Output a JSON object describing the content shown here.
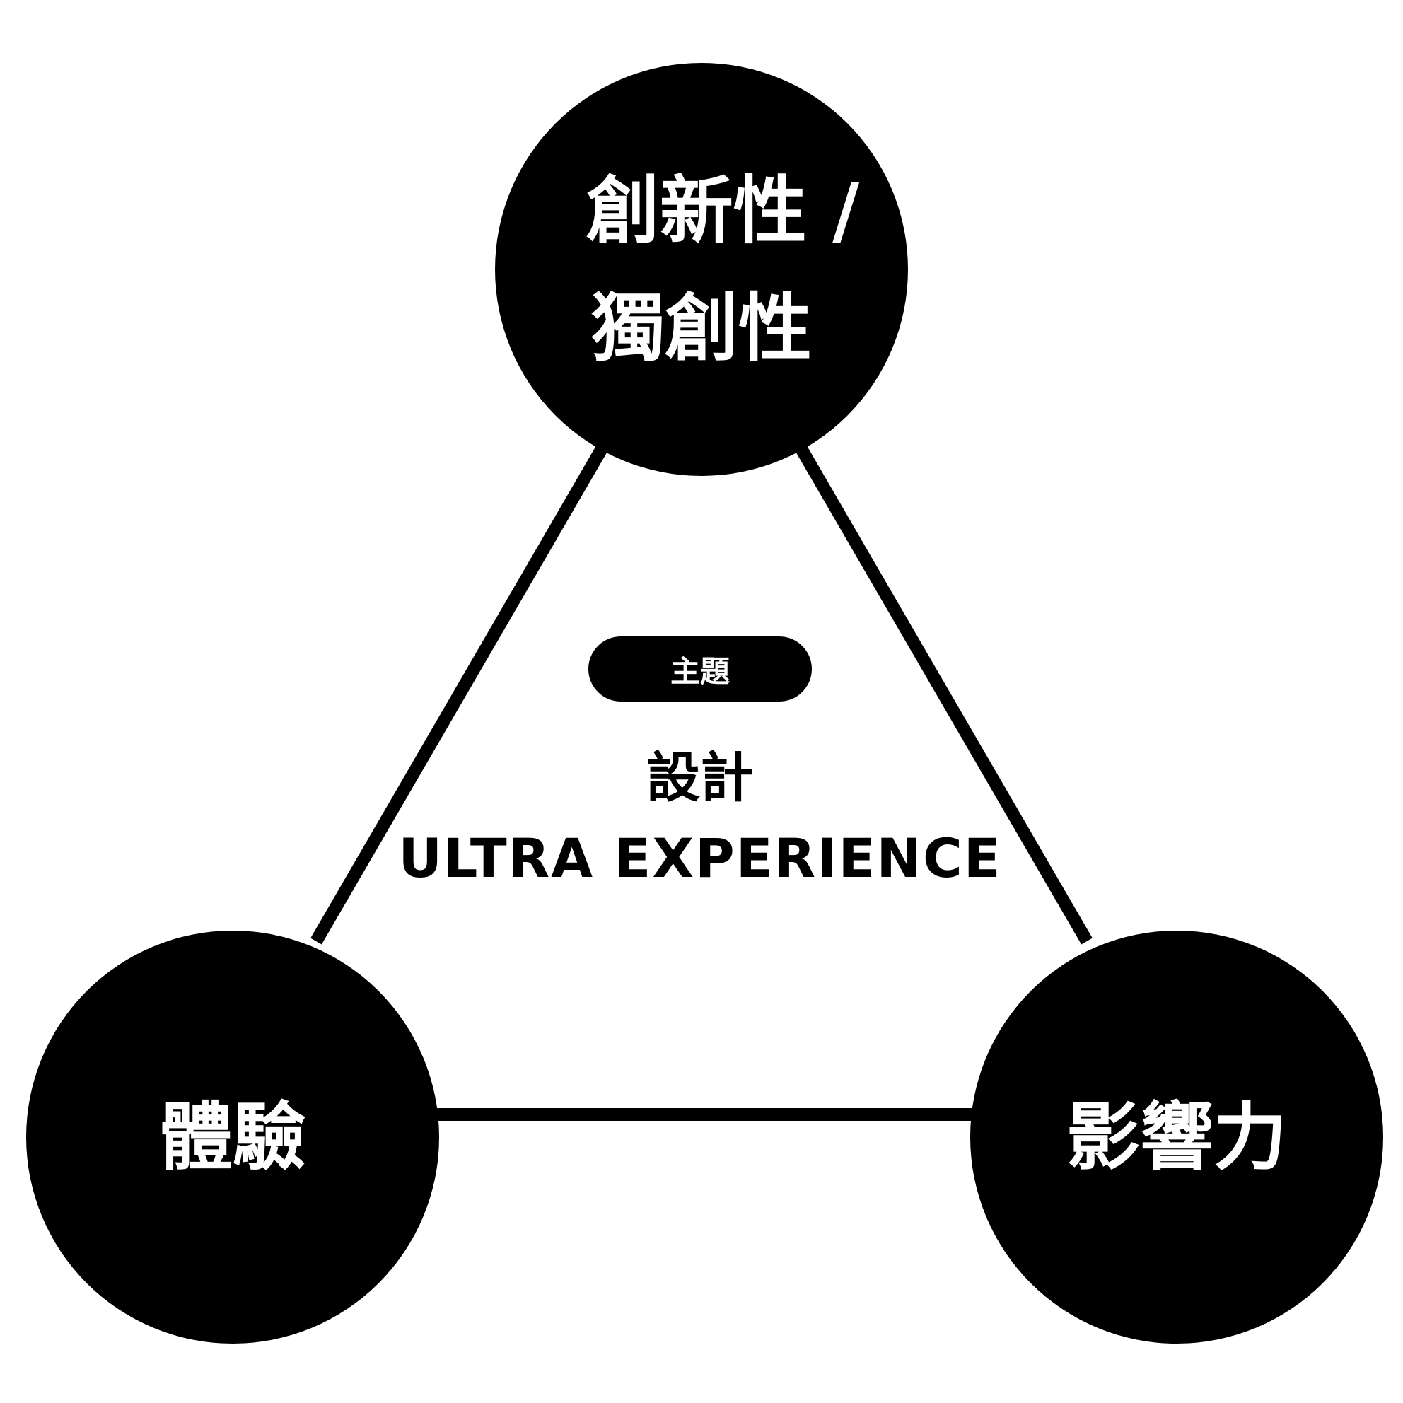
{
  "colors": {
    "background": "#ffffff",
    "node_fill": "#000000",
    "node_text": "#ffffff",
    "line": "#000000",
    "center_text": "#000000"
  },
  "nodes": {
    "top": {
      "line_1": "創新性 /",
      "line_2": "獨創性"
    },
    "left": {
      "label": "體驗"
    },
    "right": {
      "label": "影響力"
    }
  },
  "center": {
    "badge": "主題",
    "subject": "設計",
    "title": "ULTRA EXPERIENCE"
  }
}
